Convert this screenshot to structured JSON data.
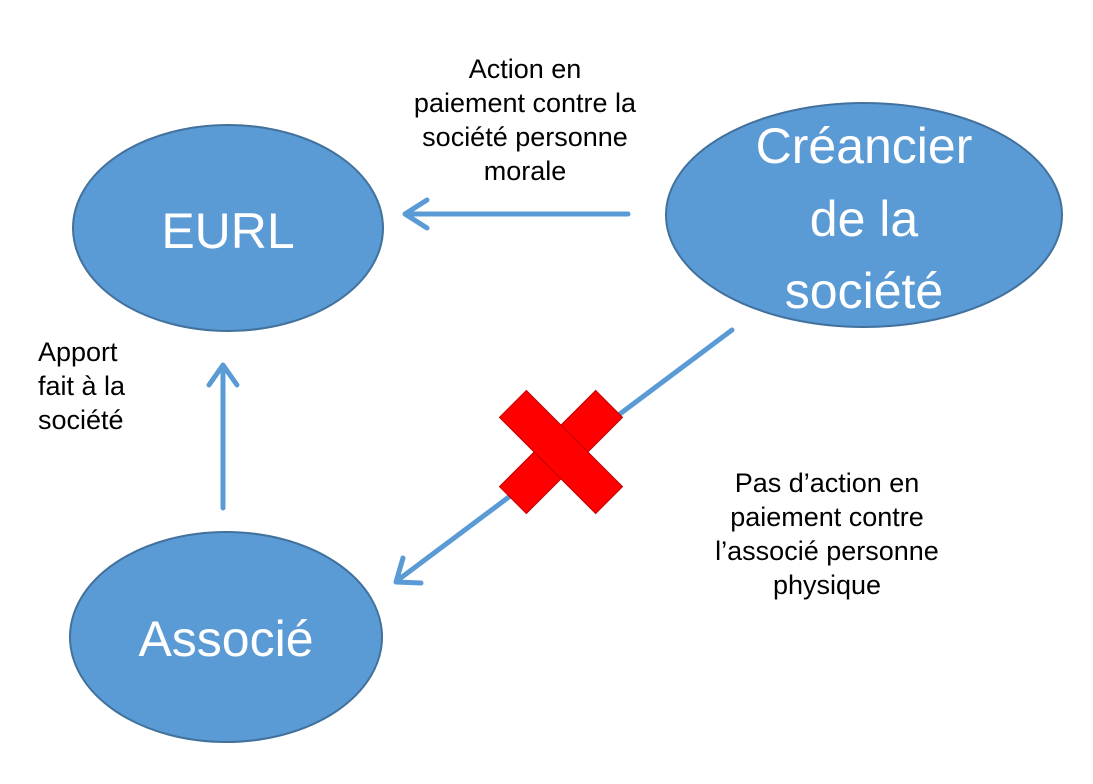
{
  "nodes": {
    "eurl": {
      "label": "EURL"
    },
    "creancier": {
      "line1": "Créancier",
      "line2": "de la",
      "line3": "société"
    },
    "associe": {
      "label": "Associé"
    }
  },
  "captions": {
    "action": "Action  en\npaiement contre la\nsociété personne\nmorale",
    "apport": "Apport\nfait à la\nsociété",
    "pas_action": "Pas d’action  en\npaiement contre\nl’associé personne\nphysique"
  },
  "colors": {
    "node_fill": "#5b9bd5",
    "node_stroke": "#41719c",
    "arrow": "#5b9bd5",
    "cross": "#ff0000",
    "cross_stroke": "#c00000"
  }
}
